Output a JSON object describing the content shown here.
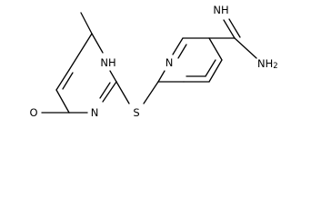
{
  "molecule": {
    "atoms": {
      "oxygen": "O",
      "nh_ring": "NH",
      "n_ring": "N",
      "sulfur": "S",
      "n_pyridine": "N",
      "imine": "NH",
      "amine": "NH",
      "amine_subscript": "2"
    }
  }
}
